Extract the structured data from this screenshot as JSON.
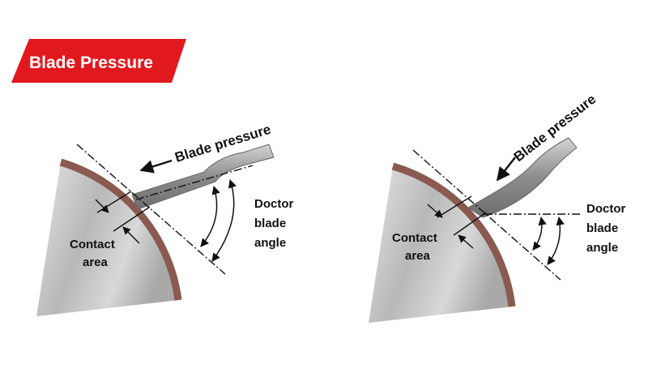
{
  "title": "Blade Pressure",
  "colors": {
    "banner": "#e1191f",
    "roller_face": "#b9b9b9",
    "roller_rim": "#8a5a50",
    "blade": "#8f8f8f",
    "ink": "#111111"
  },
  "left_panel": {
    "pressure_label": "Blade pressure",
    "angle_label": [
      "Doctor",
      "blade",
      "angle"
    ],
    "contact_label": [
      "Contact",
      "area"
    ]
  },
  "right_panel": {
    "pressure_label": "Blade pressure",
    "angle_label": [
      "Doctor",
      "blade",
      "angle"
    ],
    "contact_label": [
      "Contact",
      "area"
    ]
  }
}
